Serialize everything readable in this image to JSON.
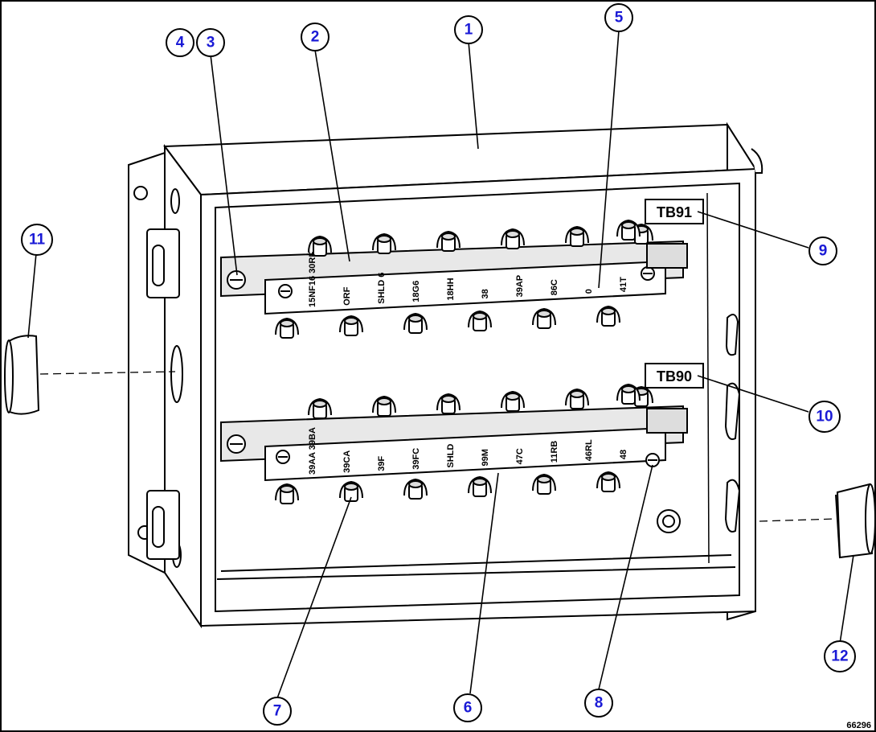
{
  "callouts": [
    "1",
    "2",
    "3",
    "4",
    "5",
    "6",
    "7",
    "8",
    "9",
    "10",
    "11",
    "12"
  ],
  "terminal_blocks": {
    "upper": {
      "tag": "TB91",
      "wires": [
        "15NF16 30RF",
        "ORF",
        "SHLD 6",
        "18G6",
        "18HH",
        "38",
        "39AP",
        "86C",
        "0",
        "41T"
      ]
    },
    "lower": {
      "tag": "TB90",
      "wires": [
        "39AA 39BA",
        "39CA",
        "39F",
        "39FC",
        "SHLD",
        "99M",
        "47C",
        "11RB",
        "46RL",
        "48"
      ]
    }
  },
  "figure_id": "66296"
}
